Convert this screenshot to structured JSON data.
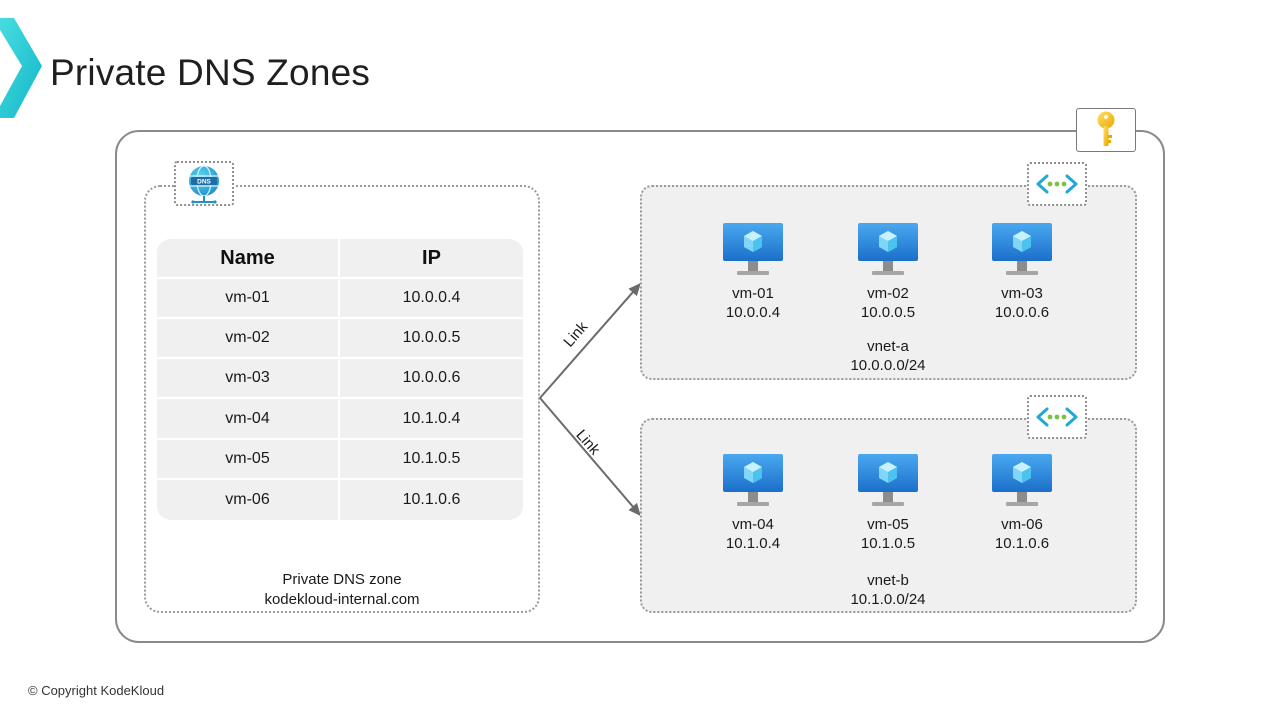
{
  "title": "Private DNS Zones",
  "copyright": "© Copyright KodeKloud",
  "dns_zone": {
    "icon_label": "DNS",
    "table": {
      "headers": [
        "Name",
        "IP"
      ],
      "rows": [
        [
          "vm-01",
          "10.0.0.4"
        ],
        [
          "vm-02",
          "10.0.0.5"
        ],
        [
          "vm-03",
          "10.0.0.6"
        ],
        [
          "vm-04",
          "10.1.0.4"
        ],
        [
          "vm-05",
          "10.1.0.5"
        ],
        [
          "vm-06",
          "10.1.0.6"
        ]
      ]
    },
    "caption_line1": "Private DNS zone",
    "caption_line2": "kodekloud-internal.com"
  },
  "links": [
    "Link",
    "Link"
  ],
  "vnets": [
    {
      "name": "vnet-a",
      "cidr": "10.0.0.0/24",
      "vms": [
        {
          "name": "vm-01",
          "ip": "10.0.0.4"
        },
        {
          "name": "vm-02",
          "ip": "10.0.0.5"
        },
        {
          "name": "vm-03",
          "ip": "10.0.0.6"
        }
      ]
    },
    {
      "name": "vnet-b",
      "cidr": "10.1.0.0/24",
      "vms": [
        {
          "name": "vm-04",
          "ip": "10.1.0.4"
        },
        {
          "name": "vm-05",
          "ip": "10.1.0.5"
        },
        {
          "name": "vm-06",
          "ip": "10.1.0.6"
        }
      ]
    }
  ],
  "colors": {
    "brand_teal": "#1ec8d3",
    "vm_blue": "#1e88e5",
    "key_gold": "#f5c518",
    "panel_gray": "#f0f0f0",
    "frame_gray": "#8a8a8a"
  },
  "icons": {
    "brand": "kodekloud-chevron-icon",
    "dns": "dns-globe-icon",
    "key": "key-icon",
    "vnet": "virtual-network-icon",
    "vm": "virtual-machine-icon"
  }
}
